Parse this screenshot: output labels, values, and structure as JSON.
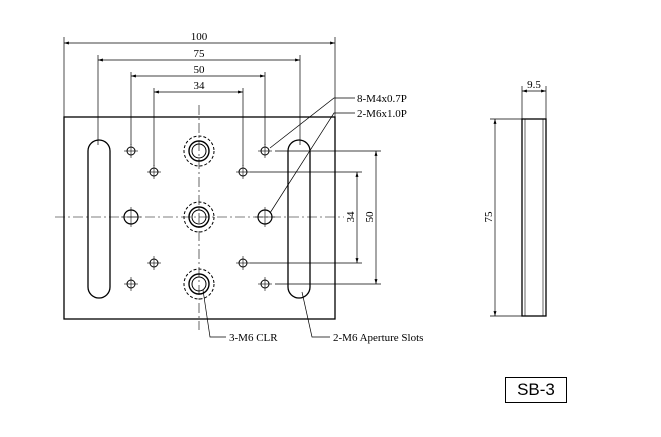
{
  "dimensions": {
    "width_overall": "100",
    "hole_span_outer": "75",
    "hole_span_mid": "50",
    "hole_span_inner": "34",
    "vertical_inner": "34",
    "vertical_mid": "50",
    "side_height": "75",
    "thickness": "9.5"
  },
  "callouts": {
    "tapped_m4": "8-M4x0.7P",
    "tapped_m6": "2-M6x1.0P",
    "clearance_m6": "3-M6 CLR",
    "aperture_slots": "2-M6 Aperture Slots"
  },
  "part_label": "SB-3"
}
